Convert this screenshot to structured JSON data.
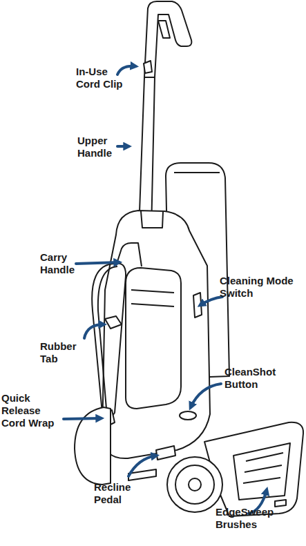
{
  "diagram": {
    "labels": [
      "In-Use Cord Clip",
      "Upper Handle",
      "Carry Handle",
      "Cleaning Mode Switch",
      "Rubber Tab",
      "CleanShot Button",
      "Quick Release Cord Wrap",
      "Recline Pedal",
      "EdgeSweep Brushes"
    ]
  }
}
